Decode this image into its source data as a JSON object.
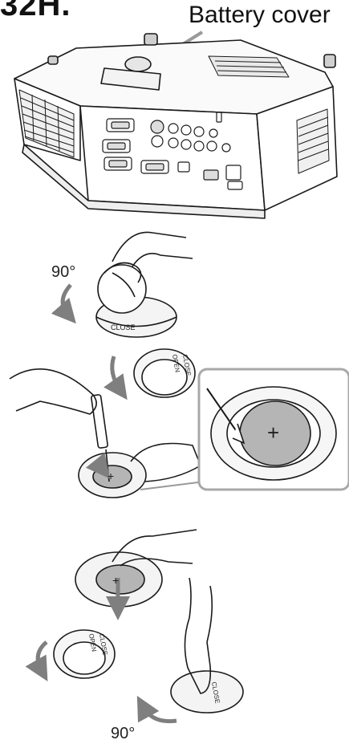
{
  "heading_fragment": "32H.",
  "battery_cover_label": "Battery cover",
  "step1": {
    "angle": "90°",
    "dial_text": "CLOSE"
  },
  "step2": {
    "cover_open": "OPEN",
    "cover_close": "CLOSE",
    "battery_symbol": "+"
  },
  "step3": {
    "battery_symbol": "+"
  },
  "step4": {
    "cover_open": "OPEN",
    "cover_close": "CLOSE",
    "dial_text": "CLOSE",
    "angle": "90°"
  },
  "colors": {
    "line": "#1a1a1a",
    "arrow": "#7f7f7f",
    "battery": "#b5b5b5",
    "leader": "#9a9a9a"
  }
}
